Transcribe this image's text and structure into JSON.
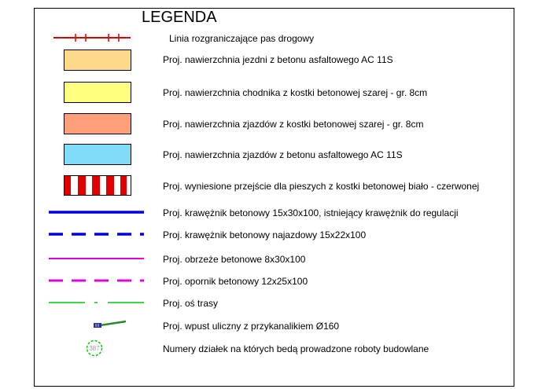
{
  "legend": {
    "title": "LEGENDA",
    "items": [
      {
        "label": "Linia rozgraniczające pas drogowy",
        "color": "#e00000"
      },
      {
        "label": "Proj. nawierzchnia jezdni z betonu asfaltowego AC 11S",
        "color": "#ffd98a"
      },
      {
        "label": "Proj. nawierzchnia chodnika z kostki betonowej szarej - gr. 8cm",
        "color": "#ffff80"
      },
      {
        "label": "Proj. nawierzchnia zjazdów z kostki betonowej szarej - gr. 8cm",
        "color": "#ffa07a"
      },
      {
        "label": "Proj. nawierzchnia zjazdów z betonu asfaltowego AC 11S",
        "color": "#80dcf8"
      },
      {
        "label": "Proj. wyniesione przejście dla pieszych z kostki betonowej biało - czerwonej",
        "color": "#e00000"
      },
      {
        "label": "Proj. krawężnik betonowy 15x30x100, istniejący krawężnik do regulacji",
        "color": "#0000e0"
      },
      {
        "label": "Proj. krawężnik betonowy najazdowy 15x22x100",
        "color": "#0000e0"
      },
      {
        "label": "Proj. obrzeże betonowe 8x30x100",
        "color": "#e000e0"
      },
      {
        "label": "Proj. opornik betonowy 12x25x100",
        "color": "#e000e0"
      },
      {
        "label": "Proj. oś trasy",
        "color": "#00cc00"
      },
      {
        "label": "Proj. wpust uliczny z przykanalikiem Ø160",
        "color": "#2a2aa0"
      },
      {
        "label": "Numery działek na których bedą prowadzone roboty budowlane",
        "color": "#00cc00",
        "symbol_text": "387"
      }
    ]
  }
}
